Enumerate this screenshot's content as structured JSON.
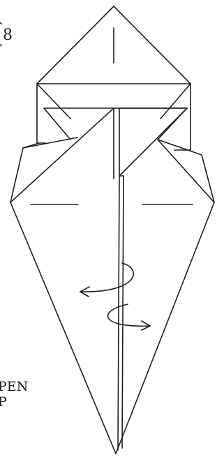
{
  "diagram": {
    "step_number": "8",
    "instruction_lines": [
      "PEN",
      "P"
    ],
    "colors": {
      "ink": "#1e1e1e",
      "paper": "#ffffff"
    }
  }
}
